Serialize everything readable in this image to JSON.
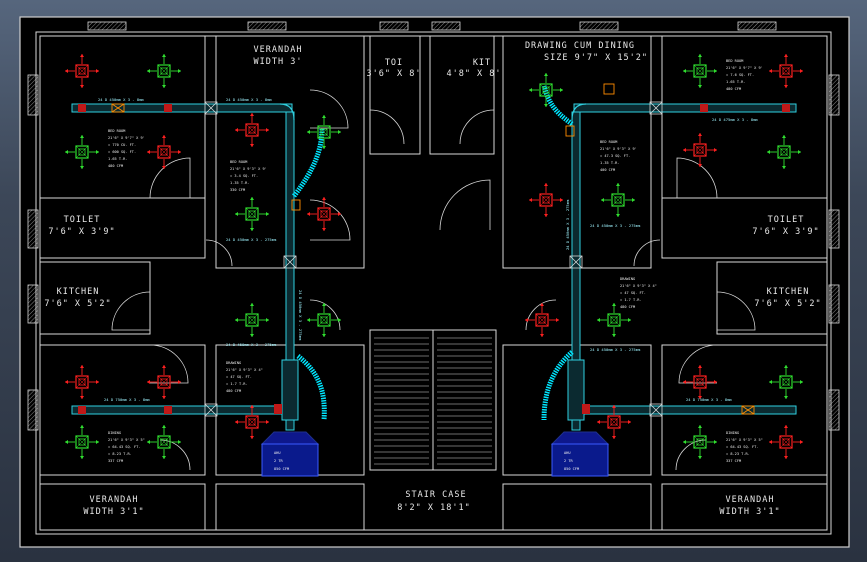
{
  "rooms": {
    "verandah_top_mid": [
      "VERANDAH",
      "WIDTH 3'"
    ],
    "toilet_top": [
      "TOI",
      "3'6\" X 8'"
    ],
    "kit_top": [
      "KIT",
      "4'8\" X 8'"
    ],
    "drawing_dining": [
      "DRAWING CUM DINING",
      "SIZE 9'7\" X 15'2\""
    ],
    "toilet_left": [
      "TOILET",
      "7'6\" X 3'9\""
    ],
    "toilet_right": [
      "TOILET",
      "7'6\" X 3'9\""
    ],
    "kitchen_left": [
      "KITCHEN",
      "7'6\" X 5'2\""
    ],
    "kitchen_right": [
      "KITCHEN",
      "7'6\" X 5'2\""
    ],
    "staircase": [
      "STAIR CASE",
      "8'2\" X 18'1\""
    ],
    "verandah_bl": [
      "VERANDAH",
      "WIDTH 3'1\""
    ],
    "verandah_br": [
      "VERANDAH",
      "WIDTH 3'1\""
    ]
  },
  "hvac_notes": {
    "bed_room_tl": [
      "BED ROOM",
      "21'6\" X 9'7\" X 9'",
      "= 770 CU. FT.",
      "= 600 SQ. FT.",
      "1.65 T.R.",
      "480 CFM"
    ],
    "bed_room_tm": [
      "BED ROOM",
      "21'6\" X 9'3\" X 9'",
      "= 3.4 SQ. FT.",
      "1.35 T.R.",
      "330 CFM"
    ],
    "bed_room_tr": [
      "BED ROOM",
      "21'6\" X 9'7\" X 9'",
      "= 7.6 SQ. FT.",
      "1.65 T.R.",
      "480 CFM"
    ],
    "bed_room_r2": [
      "BED ROOM",
      "21'6\" X 9'3\" X 9'",
      "= 47.3 SQ. FT.",
      "1.35 T.R.",
      "400 CFM"
    ],
    "drawing_l": [
      "DRAWING",
      "21'6\" X 9'3\" X 4\"",
      "= 47 SQ. FT.",
      "= 1.7 T.R.",
      "480 CFM"
    ],
    "drawing_r": [
      "DRAWING",
      "21'6\" X 9'3\" X 4\"",
      "= 47 SQ. FT.",
      "= 1.7 T.R.",
      "480 CFM"
    ],
    "dining_l": [
      "DINING",
      "21'6\" X 9'3\" X 5\"",
      "= 64.43 SQ. FT.",
      "= 8.23 T.R.",
      "337 CFM"
    ],
    "dining_r": [
      "DINING",
      "21'6\" X 9'3\" X 5\"",
      "= 64.43 SQ. FT.",
      "= 8.23 T.R.",
      "337 CFM"
    ]
  },
  "duct_labels": {
    "tl": "24 D 450mm X 3 - 8mm",
    "tm": "24 D 450mm X 3 - 8mm",
    "tr": "24 D 475mm X 3 - 8mm",
    "ml": "24 D 450mm X 3 - 275mm",
    "mr": "24 D 450mm X 3 - 275mm",
    "bl": "24 D 750mm X 3 - 8mm",
    "br": "24 D 750mm X 3 - 8mm",
    "cl": "24 D 450mm X 3 - 275mm",
    "cr": "24 D 450mm X 3 - 275mm",
    "vertical_l": "24 D 450mm X 3 - 275mm",
    "vertical_r": "24 D 450mm X 3 - 275mm"
  },
  "ahu_units": {
    "left": [
      "AHU",
      "2 TR",
      "850 CFM"
    ],
    "right": [
      "AHU",
      "2 TR",
      "850 CFM"
    ]
  },
  "colors": {
    "background": "#000000",
    "walls": "#d8d8d8",
    "duct": "#2fd0e0",
    "supply_diffuser": "#ff2020",
    "return_diffuser": "#30e030",
    "ahu": "#1a2cff",
    "damper": "#ff8c00"
  }
}
